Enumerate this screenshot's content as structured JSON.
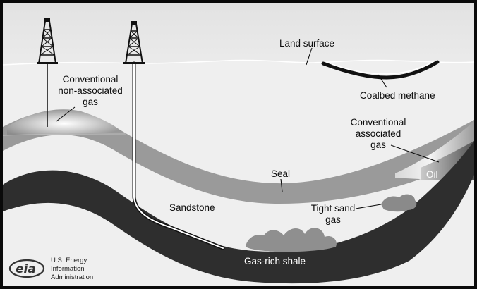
{
  "labels": {
    "land_surface": "Land surface",
    "coalbed_methane": "Coalbed methane",
    "conventional_nonassociated": [
      "Conventional",
      "non-associated",
      "gas"
    ],
    "conventional_associated": [
      "Conventional",
      "associated",
      "gas"
    ],
    "oil": "Oil",
    "seal": "Seal",
    "sandstone": "Sandstone",
    "tight_sand_gas": [
      "Tight sand",
      "gas"
    ],
    "gas_rich_shale": "Gas-rich shale"
  },
  "logo": {
    "mark": "eia",
    "lines": [
      "U.S. Energy",
      "Information",
      "Administration"
    ]
  },
  "colors": {
    "frame": "#0a0a0a",
    "sky": "#e6e6e6",
    "ground": "#efefef",
    "seal_layer": "#9a9a9a",
    "shale_layer": "#2e2e2e",
    "coal_band": "#111111"
  },
  "icons": [
    "drilling-rig-icon",
    "drilling-rig-icon",
    "eia-logo-icon"
  ]
}
